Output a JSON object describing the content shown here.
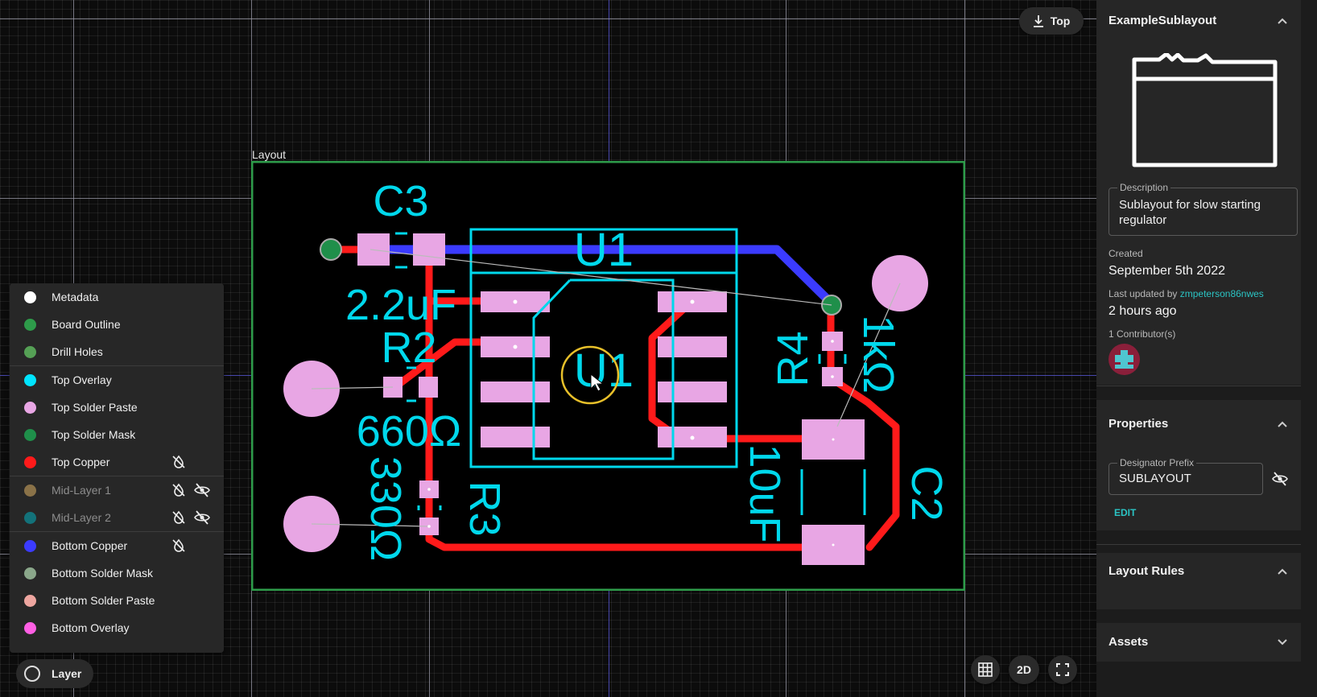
{
  "view": {
    "side_label": "Top",
    "mode_label": "2D"
  },
  "board": {
    "label": "Layout",
    "designators": {
      "c3": "C3",
      "c3_value": "2.2uF",
      "u1": "U1",
      "u1_center": "U1",
      "r2": "R2",
      "r2_value": "660Ω",
      "r3": "R3",
      "r3_value": "330Ω",
      "r4": "R4",
      "r4_value": "1kΩ",
      "c2": "C2",
      "c2_value": "10uF"
    }
  },
  "layers": [
    {
      "name": "Metadata",
      "color": "#ffffff"
    },
    {
      "name": "Board Outline",
      "color": "#2e9b4a"
    },
    {
      "name": "Drill Holes",
      "color": "#55a055"
    },
    {
      "name": "Top Overlay",
      "color": "#00e5ff"
    },
    {
      "name": "Top Solder Paste",
      "color": "#e8a6e4"
    },
    {
      "name": "Top Solder Mask",
      "color": "#1f8f4a"
    },
    {
      "name": "Top Copper",
      "color": "#ff1a1a"
    },
    {
      "name": "Mid-Layer 1",
      "color": "#8a7248"
    },
    {
      "name": "Mid-Layer 2",
      "color": "#13727a"
    },
    {
      "name": "Bottom Copper",
      "color": "#3b3bff"
    },
    {
      "name": "Bottom Solder Mask",
      "color": "#8aa78a"
    },
    {
      "name": "Bottom Solder Paste",
      "color": "#eea6a0"
    },
    {
      "name": "Bottom Overlay",
      "color": "#ff5fe4"
    }
  ],
  "layer_button": {
    "label": "Layer"
  },
  "sidebar": {
    "title": "ExampleSublayout",
    "description_label": "Description",
    "description": "Sublayout for slow starting regulator",
    "created_label": "Created",
    "created": "September 5th 2022",
    "updated_by_label": "Last updated by",
    "updated_by": "zmpeterson86nwes",
    "updated": "2 hours ago",
    "contributors": "1 Contributor(s)",
    "properties_title": "Properties",
    "designator_prefix_label": "Designator Prefix",
    "designator_prefix": "SUBLAYOUT",
    "edit_label": "EDIT",
    "layout_rules_title": "Layout Rules",
    "assets_title": "Assets",
    "accent_color": "#2bc4c4"
  }
}
